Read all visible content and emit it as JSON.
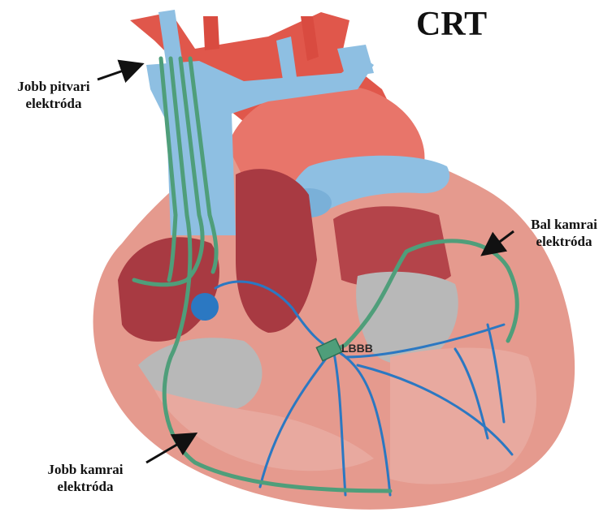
{
  "title": "CRT",
  "labels": {
    "right_atrial": {
      "line1": "Jobb pitvari",
      "line2": "elektróda"
    },
    "left_ventricular": {
      "line1": "Bal kamrai",
      "line2": "elektróda"
    },
    "right_ventricular": {
      "line1": "Jobb kamrai",
      "line2": "elektróda"
    }
  },
  "marker": "LBBB",
  "colors": {
    "lead": "#4f9e7a",
    "conduction": "#2b78c2",
    "vein": "#8ebfe2",
    "artery": "#e0574b",
    "myocardium": "#e59a8e",
    "chamber": "#a83a42",
    "valve": "#b8b8b8"
  }
}
